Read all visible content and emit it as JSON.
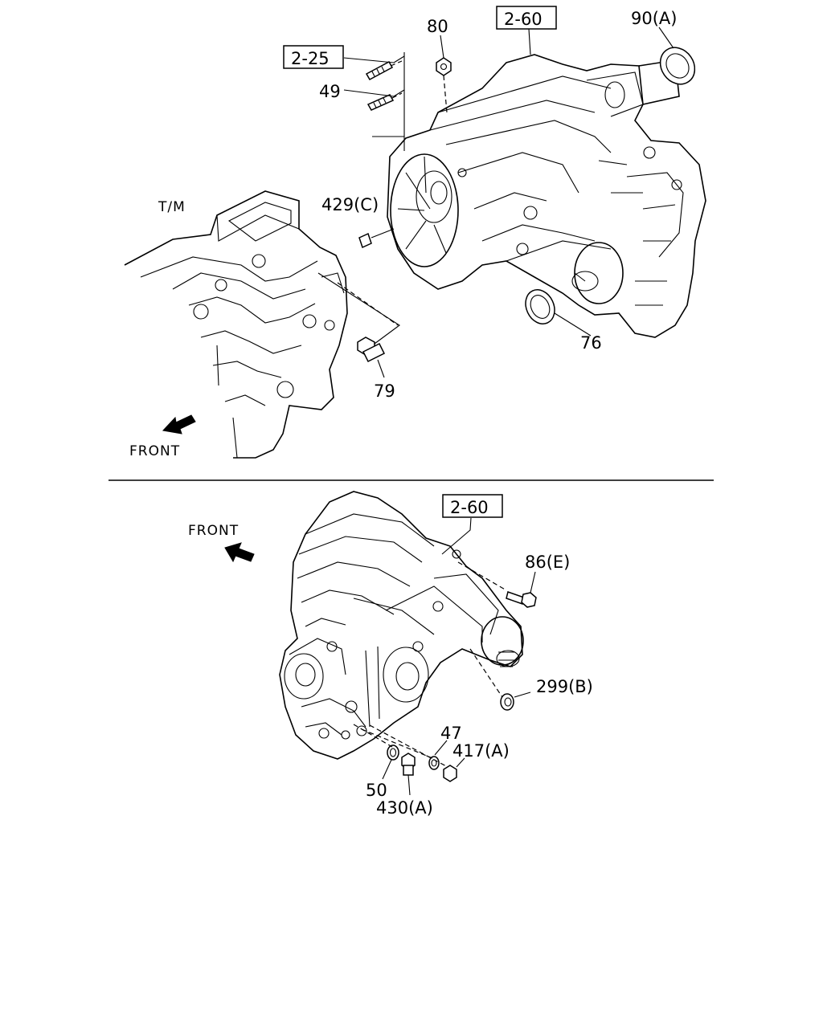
{
  "labels": {
    "ref_2_25": "2-25",
    "ref_2_60_top": "2-60",
    "ref_2_60_bottom": "2-60",
    "p80": "80",
    "p90a": "90(A)",
    "p49": "49",
    "p429c": "429(C)",
    "tm": "T/M",
    "p76": "76",
    "p79": "79",
    "front_top": "FRONT",
    "front_bottom": "FRONT",
    "p86e": "86(E)",
    "p299b": "299(B)",
    "p47": "47",
    "p417a": "417(A)",
    "p50": "50",
    "p430a": "430(A)"
  }
}
